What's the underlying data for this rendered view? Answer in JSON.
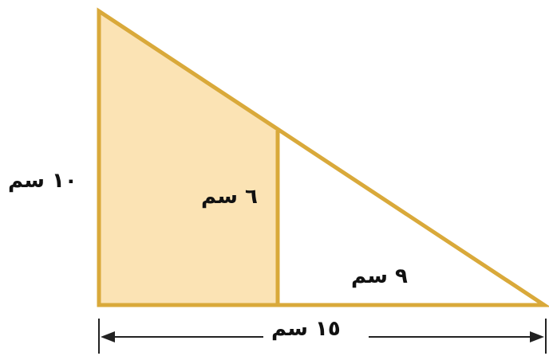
{
  "labels": {
    "left_height": "١٠ سم",
    "inner_height": "٦ سم",
    "small_base": "٩ سم",
    "total_base": "١٥ سم"
  },
  "colors": {
    "outline": "#d9a93a",
    "shaded_fill": "#fbe3b4",
    "arrow": "#222222",
    "text": "#111111"
  }
}
